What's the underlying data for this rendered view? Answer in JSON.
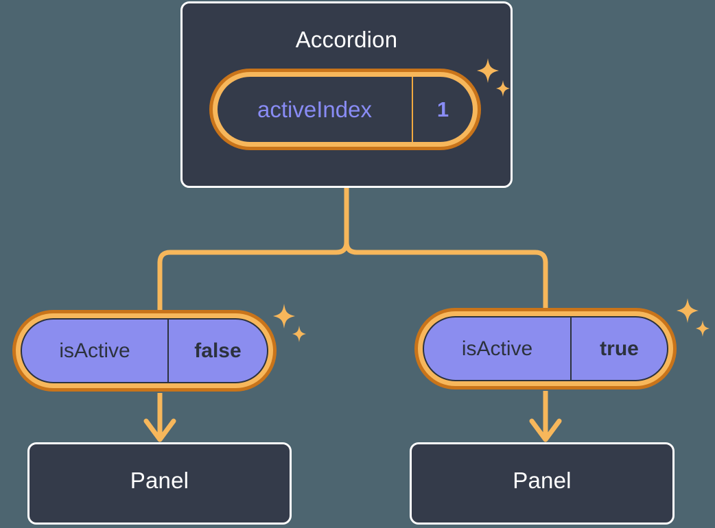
{
  "theme": {
    "background": "#4d6570",
    "box_fill": "#343b4a",
    "box_border": "#ffffff",
    "connector": "#f7b75b",
    "pill_ring_outer": "#c9741a",
    "pill_ring_inner": "#f7b75b",
    "pill_purple_fill": "#8b8def",
    "accent_periwinkle": "#898cf5",
    "text_dark": "#2c323d",
    "text_light": "#ffffff"
  },
  "diagram": {
    "type": "component-tree",
    "root": {
      "name": "accordion-component",
      "title": "Accordion",
      "state": {
        "key": "activeIndex",
        "value": "1",
        "variant": "dark"
      },
      "sparkle": "sparkles-icon"
    },
    "children": [
      {
        "name": "panel-branch-left",
        "state": {
          "key": "isActive",
          "value": "false",
          "variant": "purple"
        },
        "sparkle": "sparkles-icon",
        "component": {
          "name": "panel-component-left",
          "title": "Panel"
        }
      },
      {
        "name": "panel-branch-right",
        "state": {
          "key": "isActive",
          "value": "true",
          "variant": "purple"
        },
        "sparkle": "sparkles-icon",
        "component": {
          "name": "panel-component-right",
          "title": "Panel"
        }
      }
    ],
    "connectors": [
      {
        "name": "fork-accordion-to-panels",
        "icon": "fork-connector"
      },
      {
        "name": "arrow-left-pill-to-panel",
        "icon": "arrow-down-icon"
      },
      {
        "name": "arrow-right-pill-to-panel",
        "icon": "arrow-down-icon"
      }
    ]
  }
}
